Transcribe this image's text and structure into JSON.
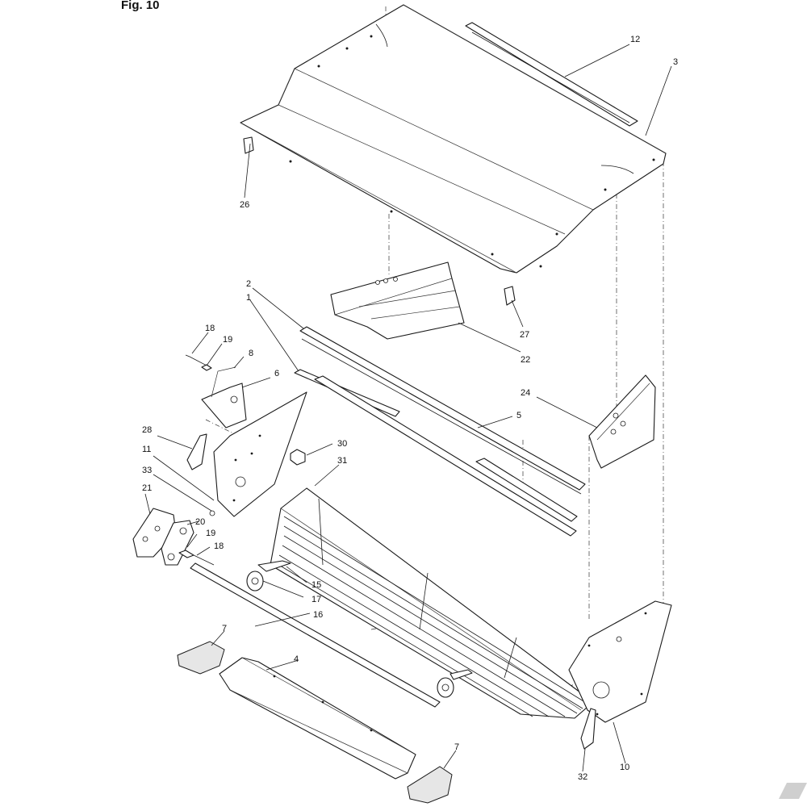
{
  "figure": {
    "title": "Fig. 10",
    "callouts": [
      {
        "id": "c12",
        "label": "12"
      },
      {
        "id": "c3",
        "label": "3"
      },
      {
        "id": "c26",
        "label": "26"
      },
      {
        "id": "c27",
        "label": "27"
      },
      {
        "id": "c22",
        "label": "22"
      },
      {
        "id": "c2",
        "label": "2"
      },
      {
        "id": "c1",
        "label": "1"
      },
      {
        "id": "c18a",
        "label": "18"
      },
      {
        "id": "c19a",
        "label": "19"
      },
      {
        "id": "c8",
        "label": "8"
      },
      {
        "id": "c6",
        "label": "6"
      },
      {
        "id": "c24",
        "label": "24"
      },
      {
        "id": "c5",
        "label": "5"
      },
      {
        "id": "c28",
        "label": "28"
      },
      {
        "id": "c30",
        "label": "30"
      },
      {
        "id": "c11",
        "label": "11"
      },
      {
        "id": "c31",
        "label": "31"
      },
      {
        "id": "c33",
        "label": "33"
      },
      {
        "id": "c21",
        "label": "21"
      },
      {
        "id": "c20",
        "label": "20"
      },
      {
        "id": "c19b",
        "label": "19"
      },
      {
        "id": "c18b",
        "label": "18"
      },
      {
        "id": "c15",
        "label": "15"
      },
      {
        "id": "c17",
        "label": "17"
      },
      {
        "id": "c16",
        "label": "16"
      },
      {
        "id": "c7a",
        "label": "7"
      },
      {
        "id": "c4",
        "label": "4"
      },
      {
        "id": "c7b",
        "label": "7"
      },
      {
        "id": "c10",
        "label": "10"
      },
      {
        "id": "c32",
        "label": "32"
      }
    ]
  }
}
